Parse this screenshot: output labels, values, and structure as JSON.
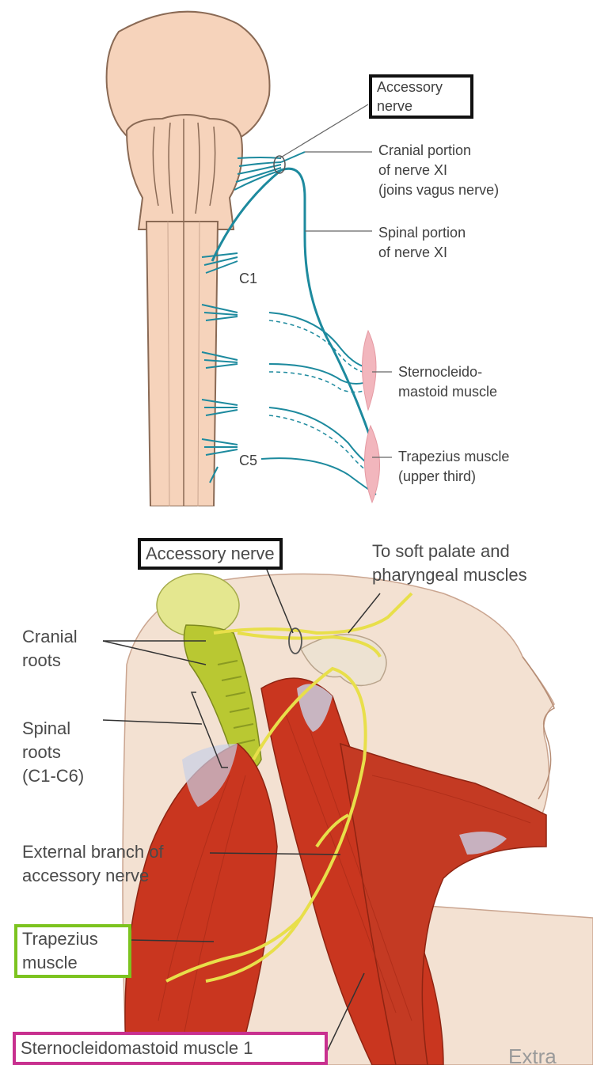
{
  "top_diagram": {
    "labels": {
      "accessory_nerve": "Accessory\nnerve",
      "cranial_portion": "Cranial portion\nof nerve XI\n(joins vagus nerve)",
      "spinal_portion": "Spinal portion\nof nerve XI",
      "c1": "C1",
      "c5": "C5",
      "scm": "Sternocleido-\nmastoid muscle",
      "trapezius": "Trapezius muscle\n(upper third)"
    },
    "colors": {
      "brainstem": "#f6d3bb",
      "nerve": "#1d8a9e",
      "muscle": "#f2b6bd",
      "outline": "#8a6a55"
    }
  },
  "bottom_diagram": {
    "labels": {
      "accessory_nerve": "Accessory nerve",
      "soft_palate": "To soft palate and\npharyngeal muscles",
      "cranial_roots": "Cranial\nroots",
      "spinal_roots": "Spinal\nroots\n(C1-C6)",
      "external_branch": "External branch of\naccessory nerve",
      "trapezius": "Trapezius\nmuscle",
      "scm": "Sternocleidomastoid muscle 1",
      "extra": "Extra"
    },
    "colors": {
      "muscle": "#c9361f",
      "nerve": "#e8df4a",
      "brainstem": "#b9c832",
      "skin": "#f3e1d2",
      "highlight_green": "#7cc31f",
      "highlight_pink": "#c8308f"
    }
  }
}
